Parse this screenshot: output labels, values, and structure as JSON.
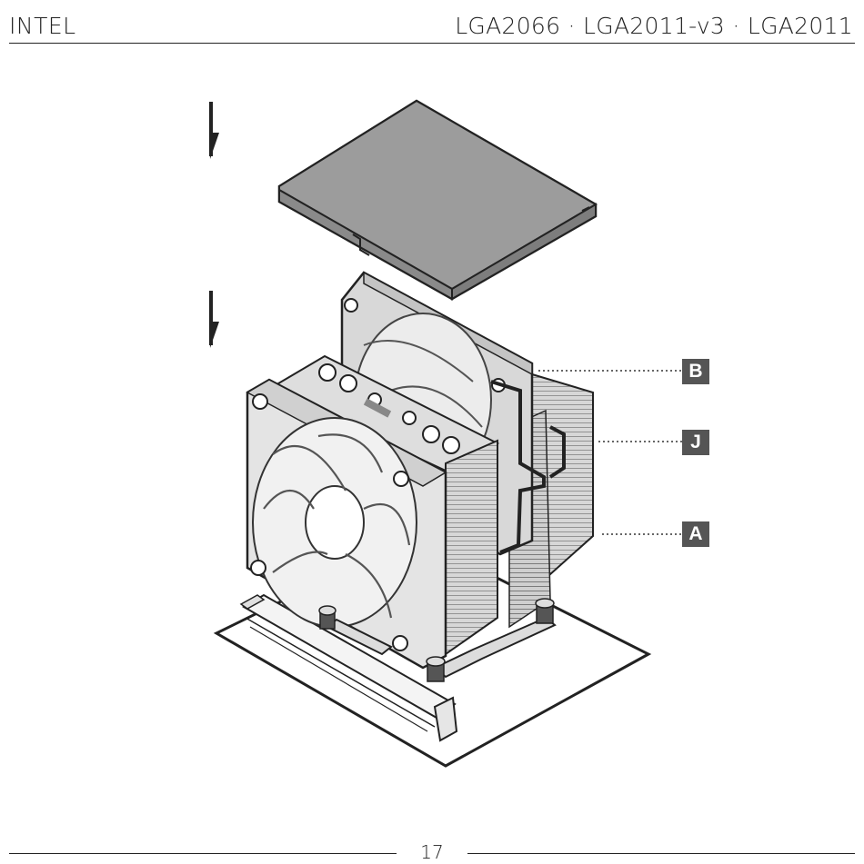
{
  "header": {
    "brand": "INTEL",
    "sockets": "LGA2066 · LGA2011-v3 · LGA2011"
  },
  "callouts": {
    "b": "B",
    "j": "J",
    "a": "A"
  },
  "footer": {
    "page_number": "17"
  },
  "colors": {
    "callout_bg": "#555555",
    "line": "#222222",
    "cover_fill": "#999999"
  }
}
